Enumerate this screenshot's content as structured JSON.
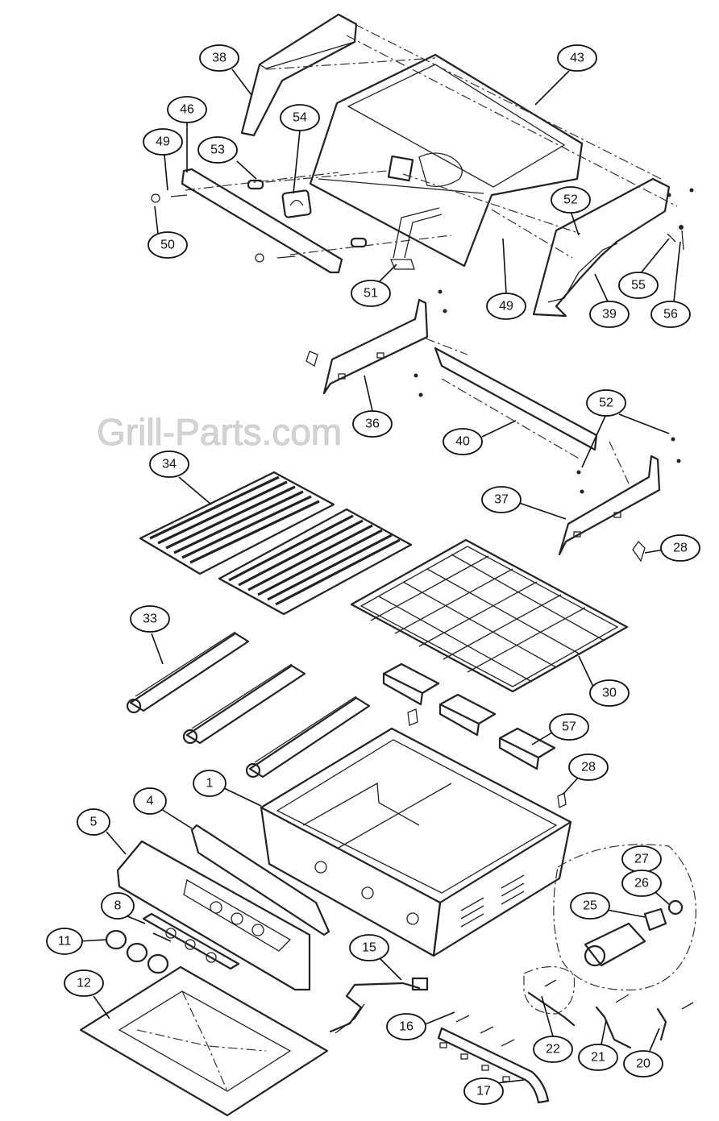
{
  "watermark": "Grill-Parts.com",
  "callouts": [
    {
      "label": "38"
    },
    {
      "label": "43"
    },
    {
      "label": "46"
    },
    {
      "label": "54"
    },
    {
      "label": "49"
    },
    {
      "label": "53"
    },
    {
      "label": "50"
    },
    {
      "label": "52"
    },
    {
      "label": "51"
    },
    {
      "label": "49"
    },
    {
      "label": "55"
    },
    {
      "label": "39"
    },
    {
      "label": "56"
    },
    {
      "label": "36"
    },
    {
      "label": "40"
    },
    {
      "label": "52"
    },
    {
      "label": "37"
    },
    {
      "label": "34"
    },
    {
      "label": "28"
    },
    {
      "label": "33"
    },
    {
      "label": "30"
    },
    {
      "label": "57"
    },
    {
      "label": "28"
    },
    {
      "label": "1"
    },
    {
      "label": "4"
    },
    {
      "label": "5"
    },
    {
      "label": "27"
    },
    {
      "label": "26"
    },
    {
      "label": "25"
    },
    {
      "label": "8"
    },
    {
      "label": "11"
    },
    {
      "label": "15"
    },
    {
      "label": "12"
    },
    {
      "label": "16"
    },
    {
      "label": "22"
    },
    {
      "label": "21"
    },
    {
      "label": "20"
    },
    {
      "label": "17"
    }
  ]
}
